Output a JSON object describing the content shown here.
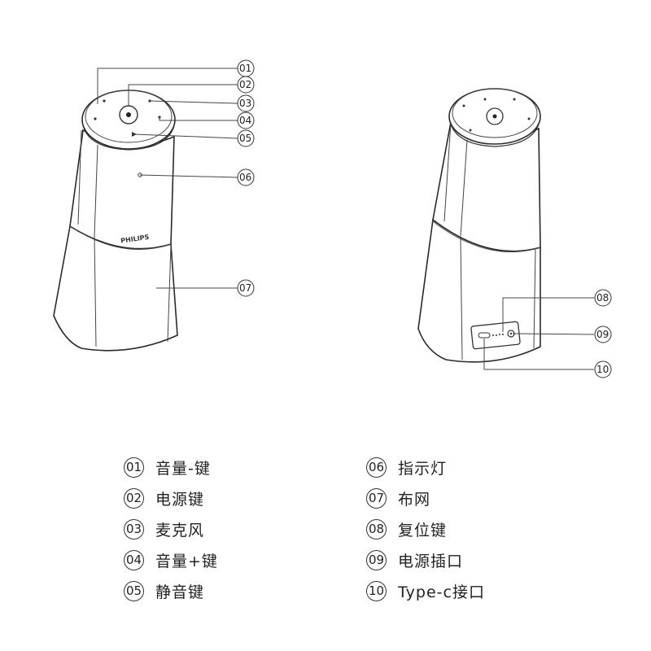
{
  "callouts": [
    {
      "num": "01",
      "label": "音量-键"
    },
    {
      "num": "02",
      "label": "电源键"
    },
    {
      "num": "03",
      "label": "麦克风"
    },
    {
      "num": "04",
      "label": "音量+键"
    },
    {
      "num": "05",
      "label": "静音键"
    },
    {
      "num": "06",
      "label": "指示灯"
    },
    {
      "num": "07",
      "label": "布网"
    },
    {
      "num": "08",
      "label": "复位键"
    },
    {
      "num": "09",
      "label": "电源插口"
    },
    {
      "num": "10",
      "label": "Type-c接口"
    }
  ],
  "brand": "PHILIPS"
}
